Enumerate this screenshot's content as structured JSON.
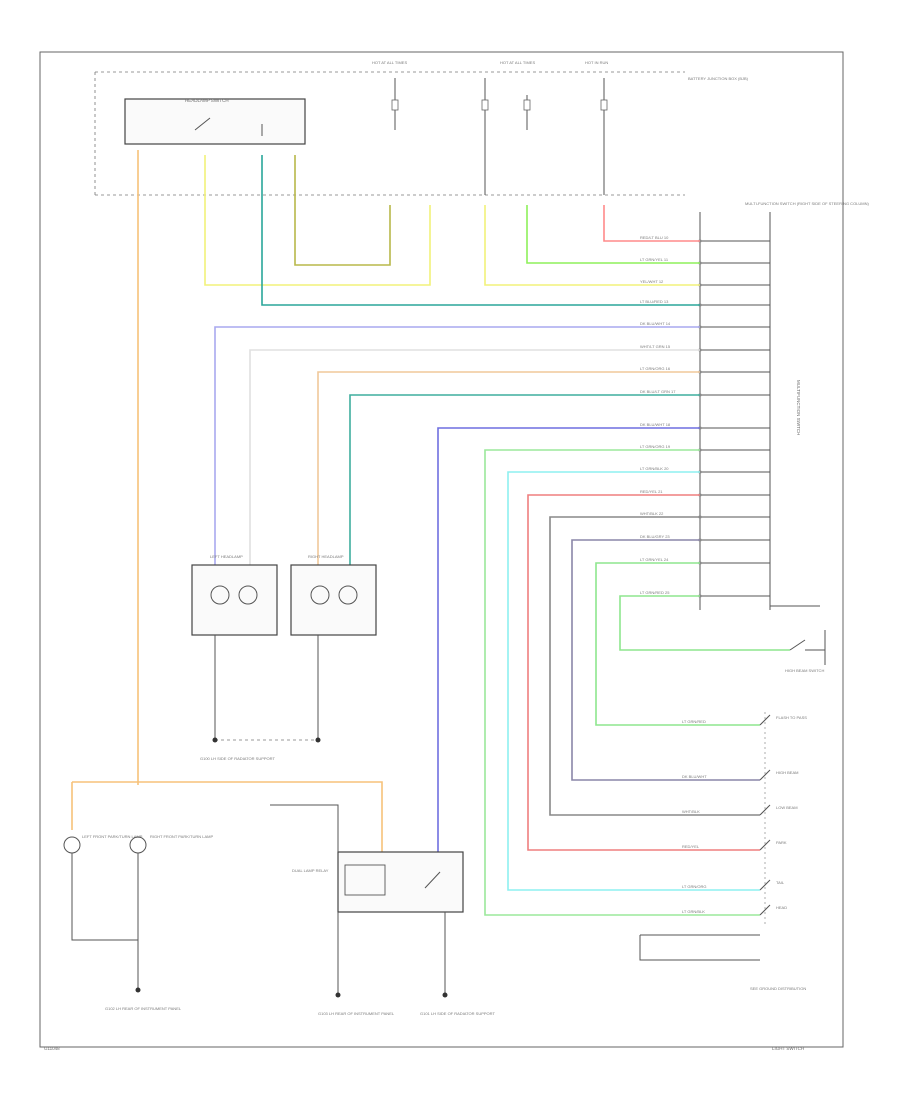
{
  "footer": {
    "left": "G11048",
    "right": "LIGHT SWITCH"
  },
  "top_sources": [
    {
      "name": "HOT AT ALL TIMES"
    },
    {
      "name": "HOT AT ALL TIMES"
    },
    {
      "name": "HOT IN RUN"
    }
  ],
  "fuse_box_note": "BATTERY JUNCTION BOX (BJB)",
  "main_switch": "HEADLAMP SWITCH",
  "side_connector": "MULTI-FUNCTION SWITCH (RIGHT SIDE OF STEERING COLUMN)",
  "vertical_label": "MULTIFUNCTION SWITCH",
  "connector_pins": [
    {
      "label": "RED/LT BLU 10",
      "color": "#ff9a9a"
    },
    {
      "label": "LT GRN/YEL 11",
      "color": "#9af07a"
    },
    {
      "label": "YEL/WHT 12",
      "color": "#f2f27a"
    },
    {
      "label": "LT BLU/RED 13",
      "color": "#5ec7b8"
    },
    {
      "label": "DK BLU/WHT 14",
      "color": "#a9a9ef"
    },
    {
      "label": "WHT/LT GRN 15",
      "color": "#dddddd"
    },
    {
      "label": "LT GRN/ORG 16",
      "color": "#a8e6a8"
    },
    {
      "label": "DK BLU/LT GRN 17",
      "color": "#3fae9e"
    },
    {
      "label": "DK BLU/WHT 18",
      "color": "#6f6fe0"
    },
    {
      "label": "LT GRN/ORG 19",
      "color": "#9be89b"
    },
    {
      "label": "LT GRN/BLK 20",
      "color": "#8ef0f0"
    },
    {
      "label": "RED/YEL 21",
      "color": "#ef7f7f"
    },
    {
      "label": "WHT/BLK 22",
      "color": "#888888"
    },
    {
      "label": "DK BLU/GRY 23",
      "color": "#8a86a8"
    },
    {
      "label": "LT GRN/YEL 24",
      "color": "#8ee68e"
    },
    {
      "label": "LT GRN/RED 25",
      "color": "#8ee68e"
    }
  ],
  "lamps": {
    "left_headlamp": "LEFT HEADLAMP",
    "right_headlamp": "RIGHT HEADLAMP",
    "left_marker": "LEFT FRONT PARK/TURN LAMP",
    "right_marker": "RIGHT FRONT PARK/TURN LAMP"
  },
  "grounds": {
    "g100": "G100 LH SIDE OF RADIATOR SUPPORT",
    "g101": "G101 LH SIDE OF RADIATOR SUPPORT",
    "g102": "G102 LH REAR OF INSTRUMENT PANEL",
    "g103": "G103 LH REAR OF INSTRUMENT PANEL"
  },
  "dual_lamp_relay": "DUAL LAMP RELAY",
  "right_switches": [
    {
      "wire": "LT GRN/RED",
      "label": "FLASH TO PASS"
    },
    {
      "wire": "DK BLU/WHT",
      "label": "HIGH BEAM"
    },
    {
      "wire": "WHT/BLK",
      "label": "LOW BEAM"
    },
    {
      "wire": "RED/YEL",
      "label": "PARK"
    },
    {
      "wire": "LT GRN/ORG",
      "label": "TAIL"
    },
    {
      "wire": "LT GRN/BLK",
      "label": "HEAD"
    }
  ],
  "right_notes": {
    "bottom_block": "SEE GROUND DISTRIBUTION",
    "cruise_switch": "HIGH BEAM SWITCH"
  },
  "colors": {
    "orange": "#f7c27a",
    "yellow": "#f2f27a",
    "olive": "#b8b84a",
    "teal": "#2aa69a",
    "blue": "#7777e0",
    "green": "#7ee07e",
    "cyan": "#7df0f0",
    "red": "#ef6f6f"
  }
}
